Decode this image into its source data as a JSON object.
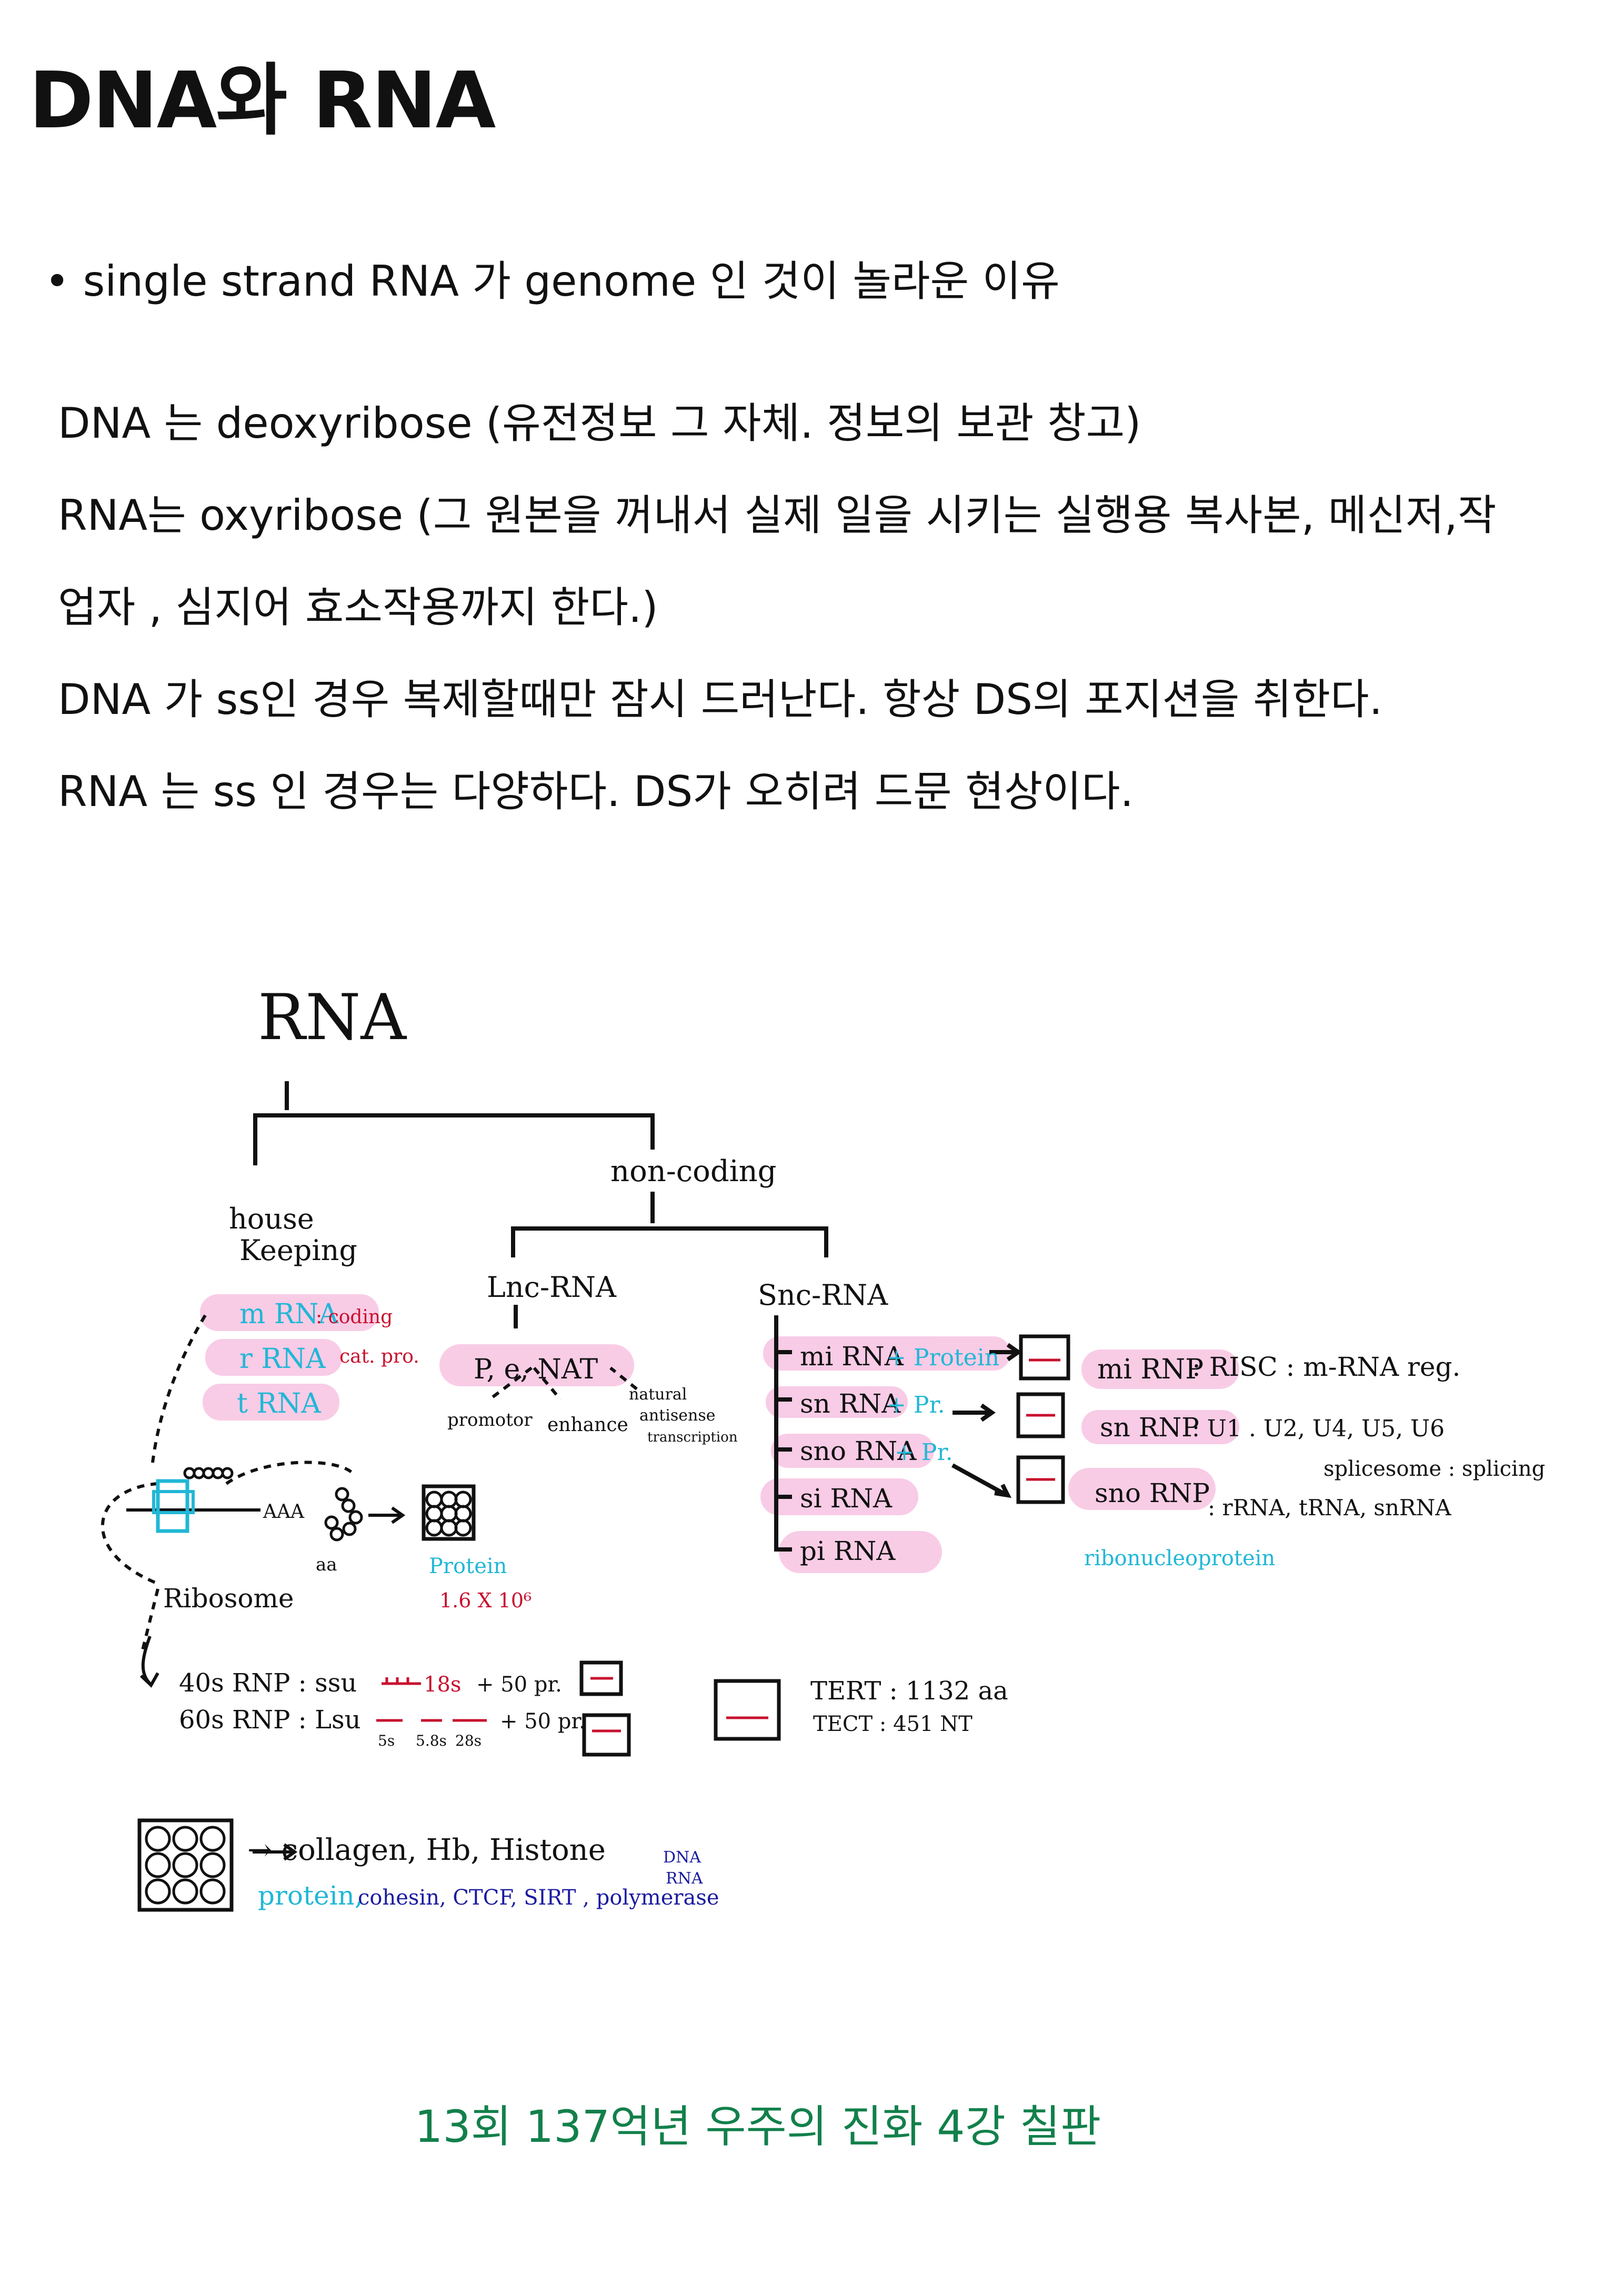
{
  "title": "DNA와 RNA",
  "bullet": "• single strand RNA 가  genome 인 것이 놀라운 이유",
  "paragraphs": [
    "DNA 는 deoxyribose (유전정보 그 자체. 정보의 보관 창고)",
    "RNA는 oxyribose (그 원본을 꺼내서 실제 일을 시키는 실행용 복사본, 메신저,작",
    "업자 , 심지어 효소작용까지 한다.)",
    "DNA 가 ss인 경우 복제할때만 잠시 드러난다. 항상 DS의 포지션을 취한다.",
    "RNA 는 ss 인 경우는 다양하다.  DS가 오히려 드문 현상이다."
  ],
  "diagram": {
    "root": "RNA",
    "housekeeping": "house Keeping",
    "housekeeping_line1": "house",
    "housekeeping_line2": "Keeping",
    "noncoding": "non-coding",
    "lnc": "Lnc-RNA",
    "snc": "Snc-RNA",
    "mrna": "m RNA",
    "mrna_note": ": coding",
    "rrna": "r RNA",
    "trna": "t RNA",
    "catpro": "cat. pro.",
    "lnc_types": "P,  e,  NAT",
    "promotor": "promotor",
    "enhance": "enhance",
    "nat_1": "natural",
    "nat_2": "antisense",
    "nat_3": "transcription",
    "mi": "mi RNA",
    "sn": "sn RNA",
    "sno": "sno RNA",
    "si": "si RNA",
    "pi": "pi RNA",
    "plus_protein": "+ Protein",
    "plus_pr": "+ Pr.",
    "mirnp": "mi RNP",
    "risc": ": RISC : m-RNA reg.",
    "snrnp": "sn RNP",
    "snrnp_u": ": U1 . U2, U4, U5, U6",
    "spliceosome": "splicesome : splicing",
    "snornp": "sno RNP",
    "snornp_targets": ": rRNA, tRNA, snRNA",
    "ribonucleoprotein": "ribonucleoprotein",
    "aaa": "AAA",
    "aa": "aa",
    "ribosome": "Ribosome",
    "protein": "Protein",
    "protein_count": "1.6 X 10⁶",
    "rnp40": "40s RNP : ssu",
    "s18": "18s",
    "pr50a": "+ 50 pr.",
    "rnp60": "60s RNP : Lsu",
    "s_5": "5s",
    "s_58": "5.8s",
    "s_28": "28s",
    "pr50b": "+ 50 pr.",
    "tert": "TERT : 1132 aa",
    "tect": "TECT : 451 NT",
    "proteins_list": "→ collagen, Hb, Histone",
    "protein_word": "protein,",
    "list_items": "cohesin, CTCF, SIRT , polymerase",
    "dna": "DNA",
    "rna": "RNA"
  },
  "caption": "13회 137억년 우주의 진화 4강 칠판",
  "colors": {
    "ink": "#111111",
    "red": "#c8102e",
    "cyan": "#21b7d6",
    "pink": "#f7bfe0",
    "navy": "#1a1aa0",
    "caption": "#12804b"
  }
}
